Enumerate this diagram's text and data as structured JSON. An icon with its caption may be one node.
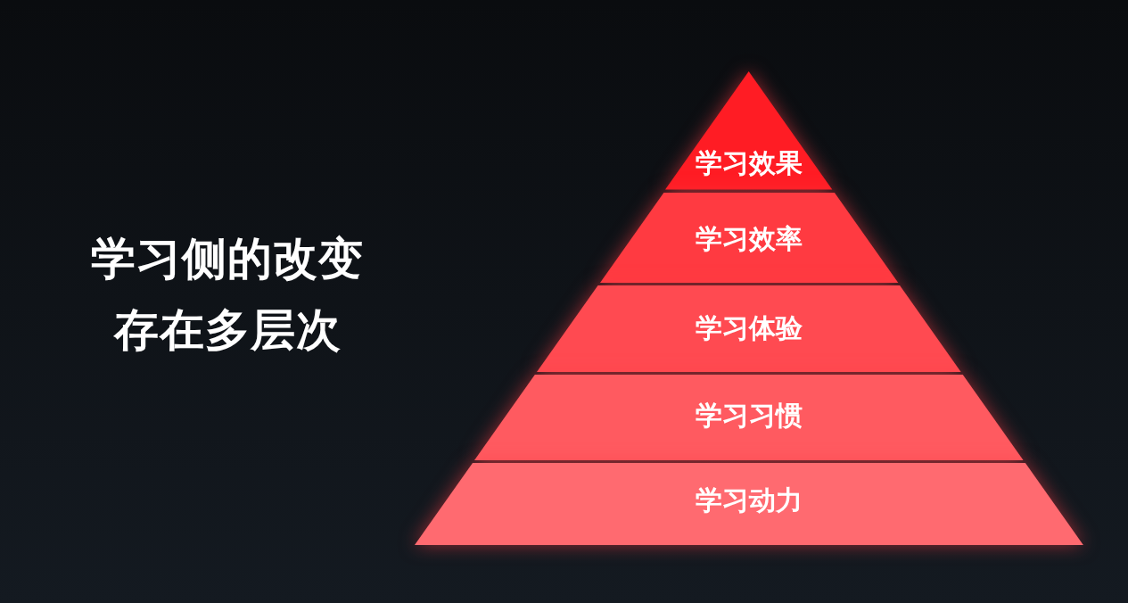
{
  "diagram": {
    "title": "学习侧的改变存在多层次",
    "nodes": [
      {
        "text": [
          "学习效果"
        ]
      },
      {
        "text": [
          "学习效率"
        ]
      },
      {
        "text": [
          "学习体验"
        ]
      },
      {
        "text": [
          "学习习惯"
        ]
      },
      {
        "text": [
          "学习动力"
        ]
      }
    ]
  }
}
